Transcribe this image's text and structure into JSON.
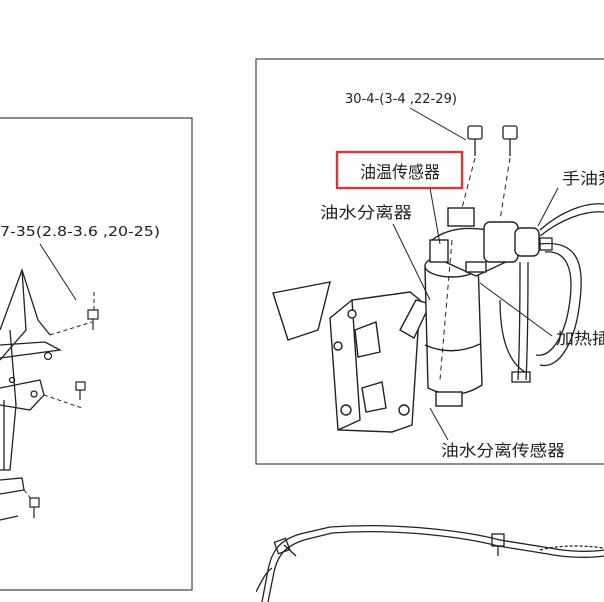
{
  "left_panel": {
    "torque_label": "7-35(2.8-3.6 ,20-25)"
  },
  "right_panel": {
    "bolt_torque_label": "30-4-(3-4 ,22-29)",
    "oil_temp_sensor_label": "油温传感器",
    "water_separator_label": "油水分离器",
    "hand_pump_label": "手油泵",
    "heater_label": "加热插",
    "separator_sensor_label": "油水分离传感器",
    "highlight_color": "#d23a3a"
  }
}
